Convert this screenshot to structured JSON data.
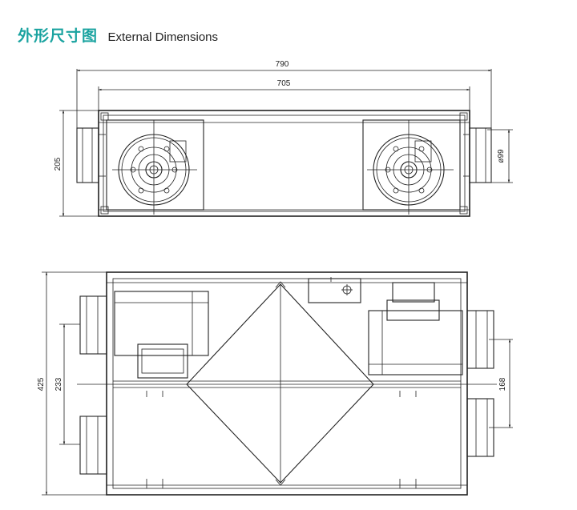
{
  "title": {
    "chinese": "外形尺寸图",
    "english": "External Dimensions"
  },
  "top_view": {
    "width_overall": "790",
    "width_body": "705",
    "height": "205",
    "duct_diameter": "ø99"
  },
  "front_view": {
    "height_overall": "425",
    "left_port_spacing": "233",
    "right_port_spacing": "168"
  },
  "colors": {
    "title_accent": "#1aa3a0",
    "line": "#222222"
  }
}
